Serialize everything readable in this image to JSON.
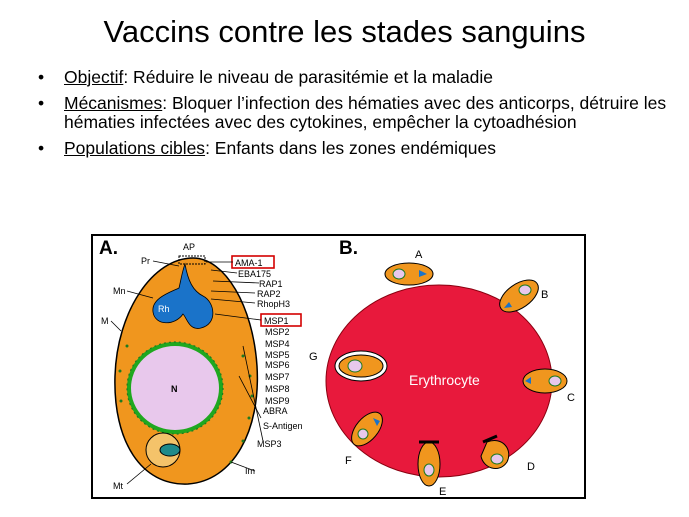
{
  "slide": {
    "title": "Vaccins contre les stades sanguins",
    "bullets": [
      {
        "key": "Objectif",
        "text": ": Réduire le niveau de parasitémie et la maladie"
      },
      {
        "key": "Mécanismes",
        "text": ": Bloquer l’infection des hématies avec des anticorps, détruire les hématies infectées avec des cytokines, empêcher la cytoadhésion"
      },
      {
        "key": "Populations cibles",
        "text": ": Enfants dans les zones endémiques"
      }
    ],
    "bullet_char": "•"
  },
  "figure": {
    "panel_a": {
      "label": "A.",
      "left_labels": [
        "Pr",
        "Mn",
        "M",
        "Mt"
      ],
      "top_label": "AP",
      "organelles": {
        "rhoptry": "Rh",
        "nucleus": "N"
      },
      "right_labels": [
        "AMA-1",
        "EBA175",
        "RAP1",
        "RAP2",
        "RhopH3",
        "MSP1",
        "MSP2",
        "MSP4",
        "MSP5",
        "MSP6",
        "MSP7",
        "MSP8",
        "MSP9",
        "ABRA",
        "S-Antigen",
        "MSP3",
        "Im"
      ],
      "highlighted": [
        "AMA-1",
        "MSP1"
      ]
    },
    "panel_b": {
      "label": "B.",
      "cell_label": "Erythrocyte",
      "stages": [
        "A",
        "B",
        "C",
        "D",
        "E",
        "F",
        "G"
      ]
    },
    "colors": {
      "parasite": "#f0961e",
      "rhoptry": "#1a73c9",
      "nucleus": "#e8c8ec",
      "erythrocyte": "#e8193c",
      "highlight_box": "#d40000",
      "dots": "#1f7a1f"
    }
  }
}
